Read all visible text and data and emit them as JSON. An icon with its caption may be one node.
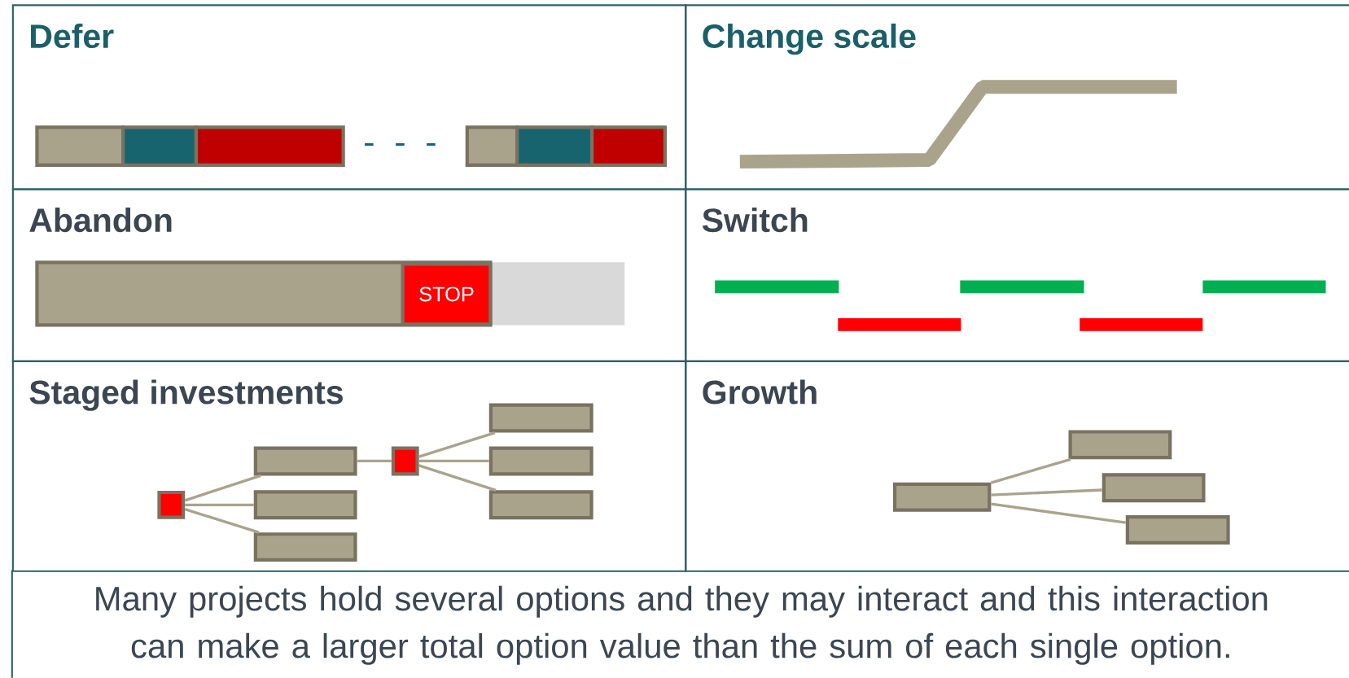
{
  "diagram": {
    "caption": "Many projects hold several options and they may interact and this interaction can make a larger total option value than the sum of each single option.",
    "nodes": [
      {
        "text": [
          "Defer"
        ]
      },
      {
        "text": [
          "Change scale"
        ]
      },
      {
        "text": [
          "Abandon"
        ]
      },
      {
        "text": [
          "STOP"
        ],
        "in": 2
      },
      {
        "text": [
          "Switch"
        ]
      },
      {
        "text": [
          "Staged investments"
        ]
      },
      {
        "text": [],
        "shape": "box",
        "in": 5
      },
      {
        "text": [],
        "shape": "box",
        "in": 5
      },
      {
        "text": [],
        "shape": "box",
        "in": 5
      },
      {
        "text": [],
        "shape": "box",
        "in": 5
      },
      {
        "text": [],
        "shape": "box",
        "in": 5
      },
      {
        "text": [],
        "shape": "box",
        "in": 5
      },
      {
        "text": [],
        "shape": "box",
        "in": 5
      },
      {
        "text": [],
        "shape": "box",
        "in": 5
      },
      {
        "text": [
          "Growth"
        ]
      },
      {
        "text": [],
        "shape": "box",
        "in": 14
      },
      {
        "text": [],
        "shape": "box",
        "in": 14
      },
      {
        "text": [],
        "shape": "box",
        "in": 14
      },
      {
        "text": [],
        "shape": "box",
        "in": 14
      }
    ],
    "edges": [
      {
        "from": 6,
        "to": 7,
        "arrow": "none"
      },
      {
        "from": 6,
        "to": 8,
        "arrow": "none"
      },
      {
        "from": 6,
        "to": 9,
        "arrow": "none"
      },
      {
        "from": 7,
        "to": 10,
        "arrow": "none"
      },
      {
        "from": 10,
        "to": 11,
        "arrow": "none"
      },
      {
        "from": 10,
        "to": 12,
        "arrow": "none"
      },
      {
        "from": 10,
        "to": 13,
        "arrow": "none"
      },
      {
        "from": 15,
        "to": 16,
        "arrow": "none"
      },
      {
        "from": 15,
        "to": 17,
        "arrow": "none"
      },
      {
        "from": 15,
        "to": 18,
        "arrow": "none"
      }
    ]
  }
}
